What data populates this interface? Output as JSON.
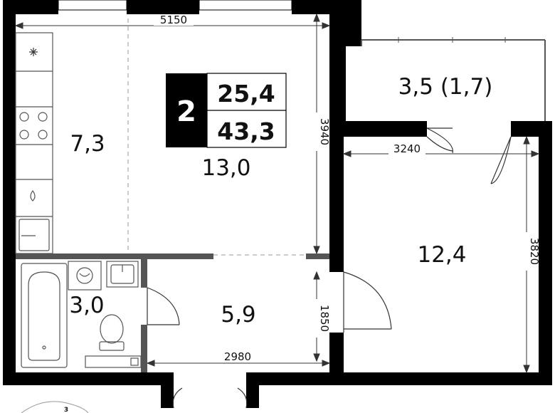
{
  "badge": {
    "rooms": "2",
    "living_area": "25,4",
    "total_area": "43,3"
  },
  "rooms": {
    "kitchen": "7,3",
    "living": "13,0",
    "balcony": "3,5 (1,7)",
    "bedroom": "12,4",
    "bathroom": "3,0",
    "hall": "5,9"
  },
  "dimensions": {
    "top_width": "5150",
    "living_height": "3940",
    "bedroom_width": "3240",
    "bedroom_height": "3820",
    "hall_height": "1850",
    "hall_width": "2980"
  },
  "compass": {
    "label": "3"
  },
  "colors": {
    "wall": "#000000",
    "partition": "#555555",
    "fixture_stroke": "#555555",
    "background": "#ffffff"
  }
}
